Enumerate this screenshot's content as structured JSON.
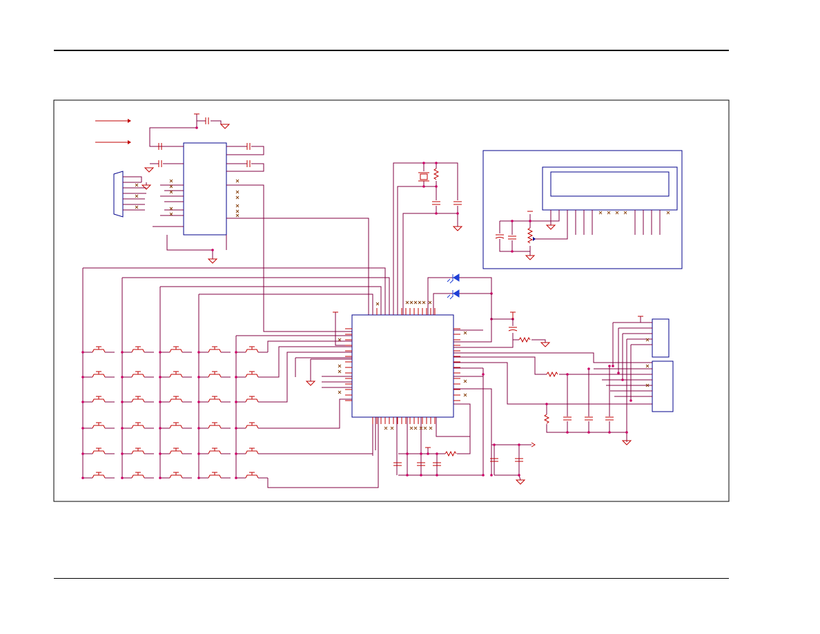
{
  "page": {
    "background": "#ffffff"
  },
  "colors": {
    "wire": "#800040",
    "component": "#c00000",
    "block_outline": "#00008b",
    "junction": "#cc0066",
    "led": "#1f3fd6",
    "no_connect": "#8b4513"
  },
  "diagram": {
    "blocks": [
      {
        "name": "rs232-driver-ic"
      },
      {
        "name": "db9-connector"
      },
      {
        "name": "microcontroller"
      },
      {
        "name": "lcd-module"
      },
      {
        "name": "keypad-matrix",
        "rows": 6,
        "columns": 5
      },
      {
        "name": "jtag-header"
      },
      {
        "name": "power-header"
      }
    ],
    "icons": [
      "ground-icon",
      "capacitor-icon",
      "resistor-icon",
      "crystal-icon",
      "led-icon",
      "switch-icon",
      "potentiometer-icon"
    ]
  }
}
